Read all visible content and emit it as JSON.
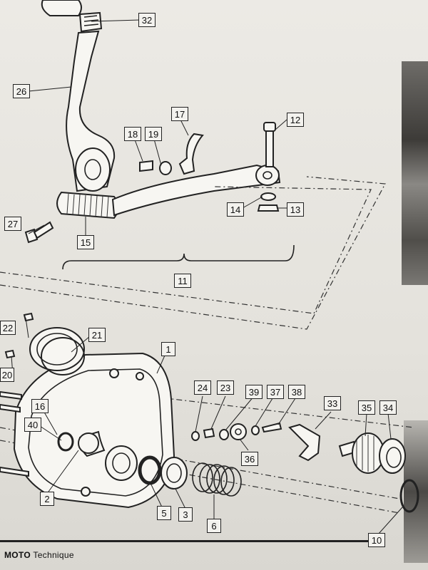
{
  "callouts": {
    "c1": "1",
    "c2": "2",
    "c3": "3",
    "c5": "5",
    "c6": "6",
    "c10": "10",
    "c11": "11",
    "c12": "12",
    "c13": "13",
    "c14": "14",
    "c15": "15",
    "c16": "16",
    "c17": "17",
    "c18": "18",
    "c19": "19",
    "c20": "20",
    "c21": "21",
    "c22": "22",
    "c23": "23",
    "c24": "24",
    "c26": "26",
    "c27": "27",
    "c32": "32",
    "c33": "33",
    "c34": "34",
    "c35": "35",
    "c36": "36",
    "c37": "37",
    "c38": "38",
    "c39": "39",
    "c40": "40"
  },
  "footer": {
    "brand": "MOTO",
    "subtitle": "Technique"
  }
}
